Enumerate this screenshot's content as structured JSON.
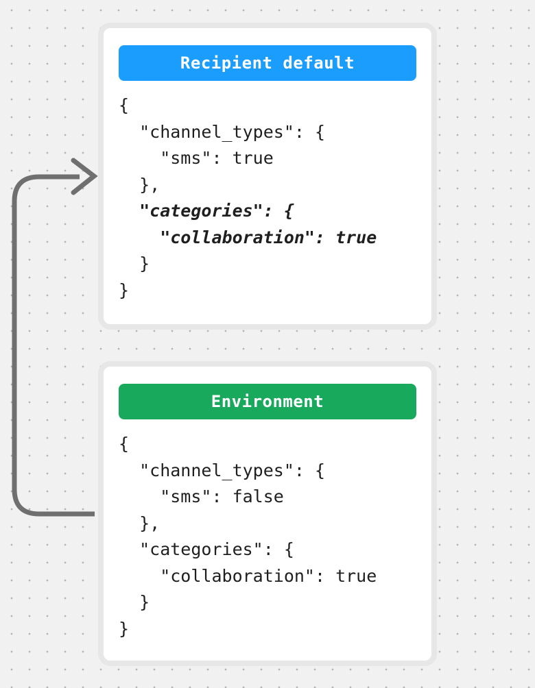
{
  "canvas": {
    "background_color": "#f1f1f2",
    "dot_color": "#b3b3b3"
  },
  "arrow": {
    "color": "#6f6f6f"
  },
  "cards": [
    {
      "title": "Recipient default",
      "accent": "#1a9dfc",
      "code_lines": [
        {
          "text": "{",
          "emphasis": false
        },
        {
          "text": "  \"channel_types\": {",
          "emphasis": false
        },
        {
          "text": "    \"sms\": true",
          "emphasis": false
        },
        {
          "text": "  },",
          "emphasis": false
        },
        {
          "text": "  \"categories\": {",
          "emphasis": true
        },
        {
          "text": "    \"collaboration\": true",
          "emphasis": true
        },
        {
          "text": "  }",
          "emphasis": false
        },
        {
          "text": "}",
          "emphasis": false
        }
      ]
    },
    {
      "title": "Environment",
      "accent": "#18a95c",
      "code_lines": [
        {
          "text": "{",
          "emphasis": false
        },
        {
          "text": "  \"channel_types\": {",
          "emphasis": false
        },
        {
          "text": "    \"sms\": false",
          "emphasis": false
        },
        {
          "text": "  },",
          "emphasis": false
        },
        {
          "text": "  \"categories\": {",
          "emphasis": false
        },
        {
          "text": "    \"collaboration\": true",
          "emphasis": false
        },
        {
          "text": "  }",
          "emphasis": false
        },
        {
          "text": "}",
          "emphasis": false
        }
      ]
    }
  ]
}
